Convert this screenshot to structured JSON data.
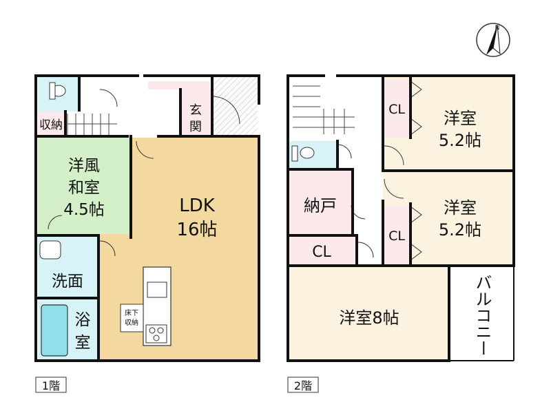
{
  "floor1": {
    "caption": "1階",
    "rooms": {
      "storage": "収納",
      "entrance": "玄関",
      "wafu_line1": "洋風",
      "wafu_line2": "和室",
      "wafu_size": "4.5帖",
      "ldk_name": "LDK",
      "ldk_size": "16帖",
      "washroom": "洗面",
      "bath_line1": "浴",
      "bath_line2": "室",
      "underfloor_line1": "床下",
      "underfloor_line2": "収納"
    }
  },
  "floor2": {
    "caption": "2階",
    "rooms": {
      "cl_top": "CL",
      "room_a_name": "洋室",
      "room_a_size": "5.2帖",
      "nando": "納戸",
      "cl_mid": "CL",
      "room_b_name": "洋室",
      "room_b_size": "5.2帖",
      "cl_hall": "CL",
      "room_c": "洋室8帖",
      "balcony": "バルコニー"
    }
  },
  "compass": {
    "letter": "N"
  },
  "colors": {
    "wall": "#111111",
    "ldk": "#f3d9a0",
    "japanese_room": "#d4f0c8",
    "wet_area": "#d8f3f8",
    "western_room": "#fbf3e0",
    "nando": "#fbe9ec",
    "hall": "#ffffff",
    "balcony": "#ffffff"
  }
}
